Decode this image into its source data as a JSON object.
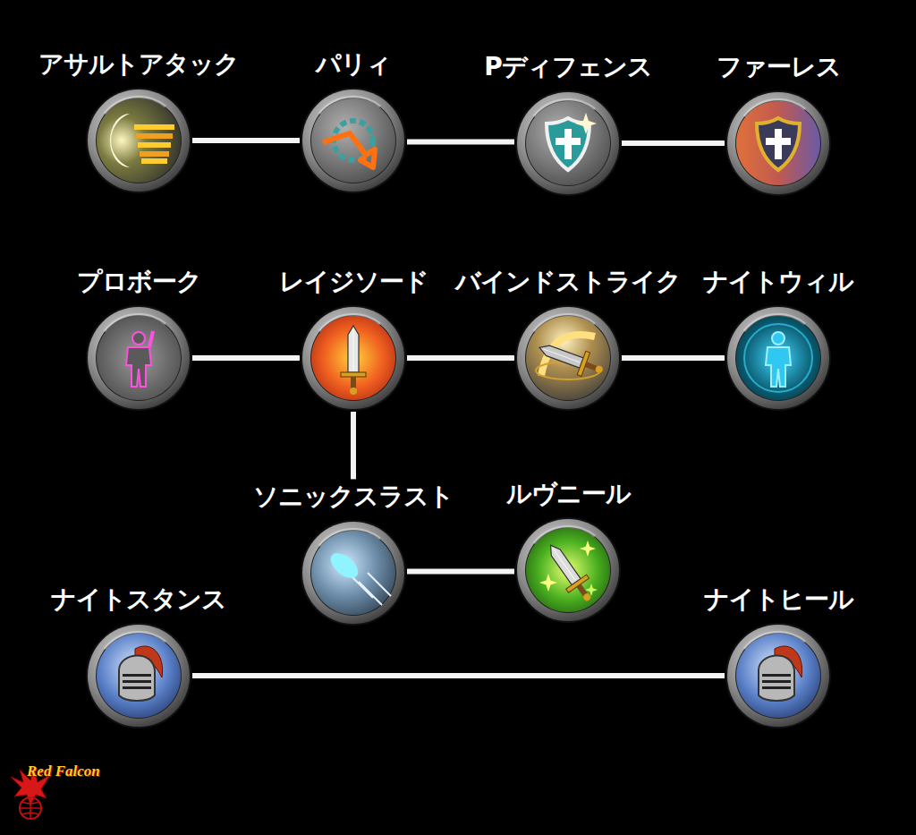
{
  "diagram": {
    "nodes": [
      {
        "text": [
          "アサルトアタック"
        ]
      },
      {
        "text": [
          "パリィ"
        ]
      },
      {
        "text": [
          "Pディフェンス"
        ]
      },
      {
        "text": [
          "ファーレス"
        ]
      },
      {
        "text": [
          "プロボーク"
        ]
      },
      {
        "text": [
          "レイジソード"
        ]
      },
      {
        "text": [
          "バインドストライク"
        ]
      },
      {
        "text": [
          "ナイトウィル"
        ]
      },
      {
        "text": [
          "ソニックスラスト"
        ]
      },
      {
        "text": [
          "ルヴニール"
        ]
      },
      {
        "text": [
          "ナイトスタンス"
        ]
      },
      {
        "text": [
          "ナイトヒール"
        ]
      }
    ],
    "edges": [
      {
        "from": 0,
        "to": 1,
        "arrow": "none"
      },
      {
        "from": 1,
        "to": 2,
        "arrow": "none"
      },
      {
        "from": 2,
        "to": 3,
        "arrow": "none"
      },
      {
        "from": 4,
        "to": 5,
        "arrow": "none"
      },
      {
        "from": 5,
        "to": 6,
        "arrow": "none"
      },
      {
        "from": 6,
        "to": 7,
        "arrow": "none"
      },
      {
        "from": 5,
        "to": 8,
        "arrow": "none"
      },
      {
        "from": 8,
        "to": 9,
        "arrow": "none"
      },
      {
        "from": 10,
        "to": 11,
        "arrow": "none"
      }
    ],
    "labels": [
      "Red Falcon"
    ]
  }
}
